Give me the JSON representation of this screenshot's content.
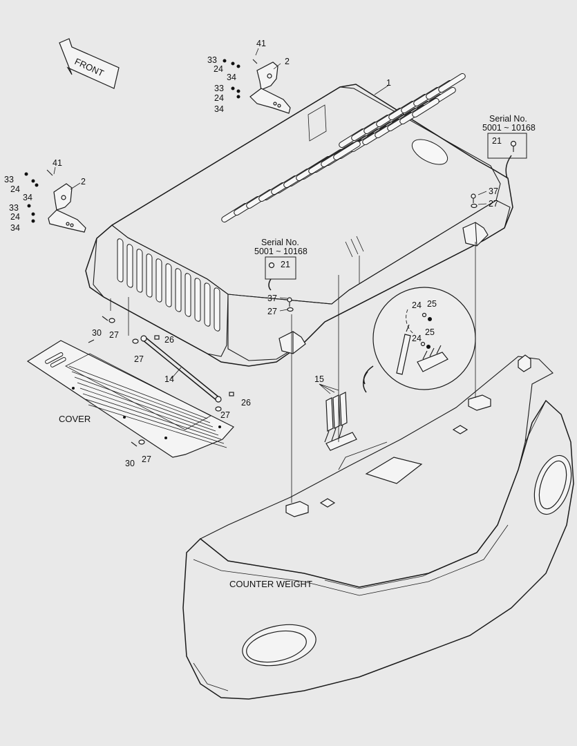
{
  "labels": {
    "front": "FRONT",
    "cover": "COVER",
    "counter_weight": "COUNTER WEIGHT",
    "serial_title": "Serial No.",
    "serial_range": "5001 ~ 10168"
  },
  "callouts": {
    "p1": "1",
    "p2a": "2",
    "p2b": "2",
    "p41a": "41",
    "p41b": "41",
    "p33a": "33",
    "p33b": "33",
    "p33c": "33",
    "p33d": "33",
    "p24a": "24",
    "p24b": "24",
    "p24c": "24",
    "p24d": "24",
    "p34a": "34",
    "p34b": "34",
    "p34c": "34",
    "p34d": "34",
    "p21a": "21",
    "p21b": "21",
    "p37a": "37",
    "p37b": "37",
    "p27a": "27",
    "p27b": "27",
    "p27c": "27",
    "p27d": "27",
    "p27e": "27",
    "p27f": "27",
    "p30a": "30",
    "p30b": "30",
    "p26a": "26",
    "p26b": "26",
    "p14": "14",
    "p15": "15",
    "p24e": "24",
    "p24f": "24",
    "p25a": "25",
    "p25b": "25"
  }
}
